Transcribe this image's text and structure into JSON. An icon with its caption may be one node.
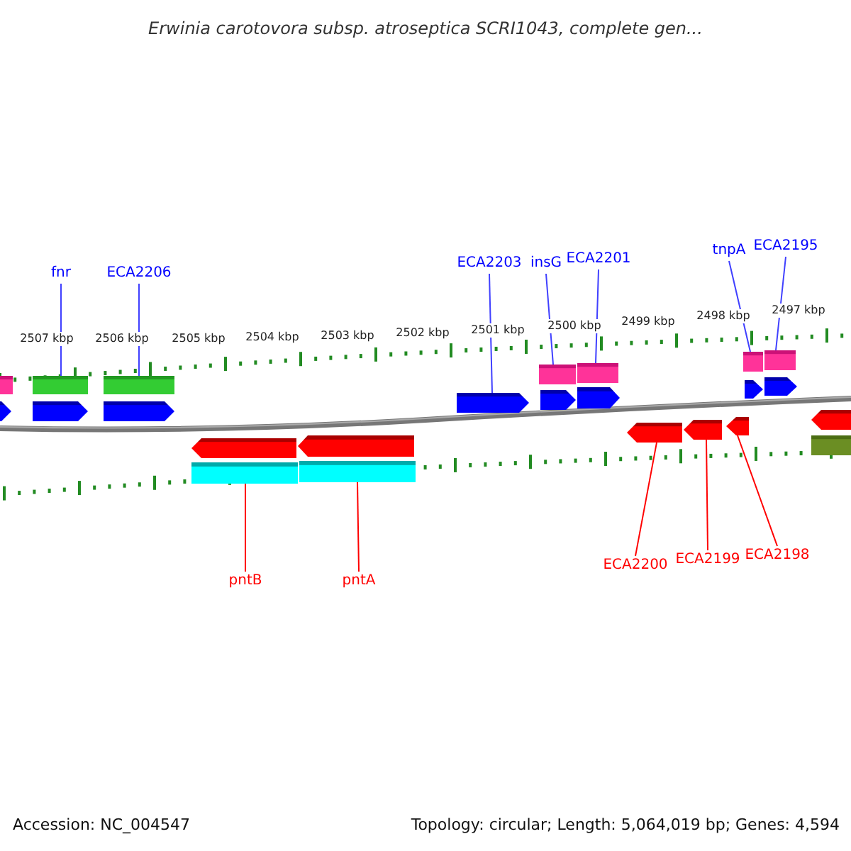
{
  "diagram": {
    "title": "Erwinia carotovora subsp. atroseptica SCRI1043, complete gen...",
    "nodes": [
      {
        "text": [
          "fnr"
        ]
      },
      {
        "text": [
          "ECA2206"
        ]
      },
      {
        "text": [
          "ECA2203"
        ]
      },
      {
        "text": [
          "insG"
        ]
      },
      {
        "text": [
          "ECA2201"
        ]
      },
      {
        "text": [
          "tnpA"
        ]
      },
      {
        "text": [
          "ECA2195"
        ]
      },
      {
        "text": [
          "pntB"
        ]
      },
      {
        "text": [
          "pntA"
        ]
      },
      {
        "text": [
          "ECA2200"
        ]
      },
      {
        "text": [
          "ECA2199"
        ]
      },
      {
        "text": [
          "ECA2198"
        ]
      },
      {
        "text": [],
        "shape": "box"
      },
      {
        "text": [],
        "shape": "box"
      },
      {
        "text": [],
        "shape": "box"
      },
      {
        "text": [],
        "shape": "box"
      },
      {
        "text": [],
        "shape": "box"
      },
      {
        "text": [],
        "shape": "box"
      },
      {
        "text": [],
        "shape": "box"
      },
      {
        "text": [],
        "shape": "arrow"
      },
      {
        "text": [],
        "shape": "arrow"
      },
      {
        "text": [],
        "shape": "arrow"
      },
      {
        "text": [],
        "shape": "arrow"
      },
      {
        "text": [],
        "shape": "arrow"
      },
      {
        "text": [],
        "shape": "arrow"
      },
      {
        "text": [],
        "shape": "arrow"
      },
      {
        "text": [],
        "shape": "arrow"
      },
      {
        "text": [],
        "shape": "arrow"
      },
      {
        "text": [],
        "shape": "arrow"
      },
      {
        "text": [],
        "shape": "arrow"
      },
      {
        "text": [],
        "shape": "arrow"
      },
      {
        "text": [],
        "shape": "arrow"
      },
      {
        "text": [],
        "shape": "arrow"
      },
      {
        "text": [],
        "shape": "box"
      },
      {
        "text": [],
        "shape": "box"
      },
      {
        "text": [],
        "shape": "box"
      }
    ],
    "edges": [
      {
        "from": 0,
        "to": 13,
        "arrow": "none"
      },
      {
        "from": 1,
        "to": 14,
        "arrow": "none"
      },
      {
        "from": 2,
        "to": 22,
        "arrow": "none"
      },
      {
        "from": 3,
        "to": 15,
        "arrow": "none"
      },
      {
        "from": 4,
        "to": 16,
        "arrow": "none"
      },
      {
        "from": 5,
        "to": 17,
        "arrow": "none"
      },
      {
        "from": 6,
        "to": 18,
        "arrow": "none"
      },
      {
        "from": 7,
        "to": 33,
        "arrow": "none",
        "color": "#ff0000"
      },
      {
        "from": 8,
        "to": 34,
        "arrow": "none",
        "color": "#ff0000"
      },
      {
        "from": 9,
        "to": 29,
        "arrow": "none",
        "color": "#ff0000"
      },
      {
        "from": 10,
        "to": 30,
        "arrow": "none",
        "color": "#ff0000"
      },
      {
        "from": 11,
        "to": 31,
        "arrow": "none",
        "color": "#ff0000"
      }
    ],
    "labels": [
      "2507 kbp",
      "2506 kbp",
      "2505 kbp",
      "2504 kbp",
      "2503 kbp",
      "2502 kbp",
      "2501 kbp",
      "2500 kbp",
      "2499 kbp",
      "2498 kbp",
      "2497 kbp",
      "Accession: NC_004547",
      "Topology: circular; Length: 5,064,019 bp; Genes: 4,594"
    ]
  }
}
